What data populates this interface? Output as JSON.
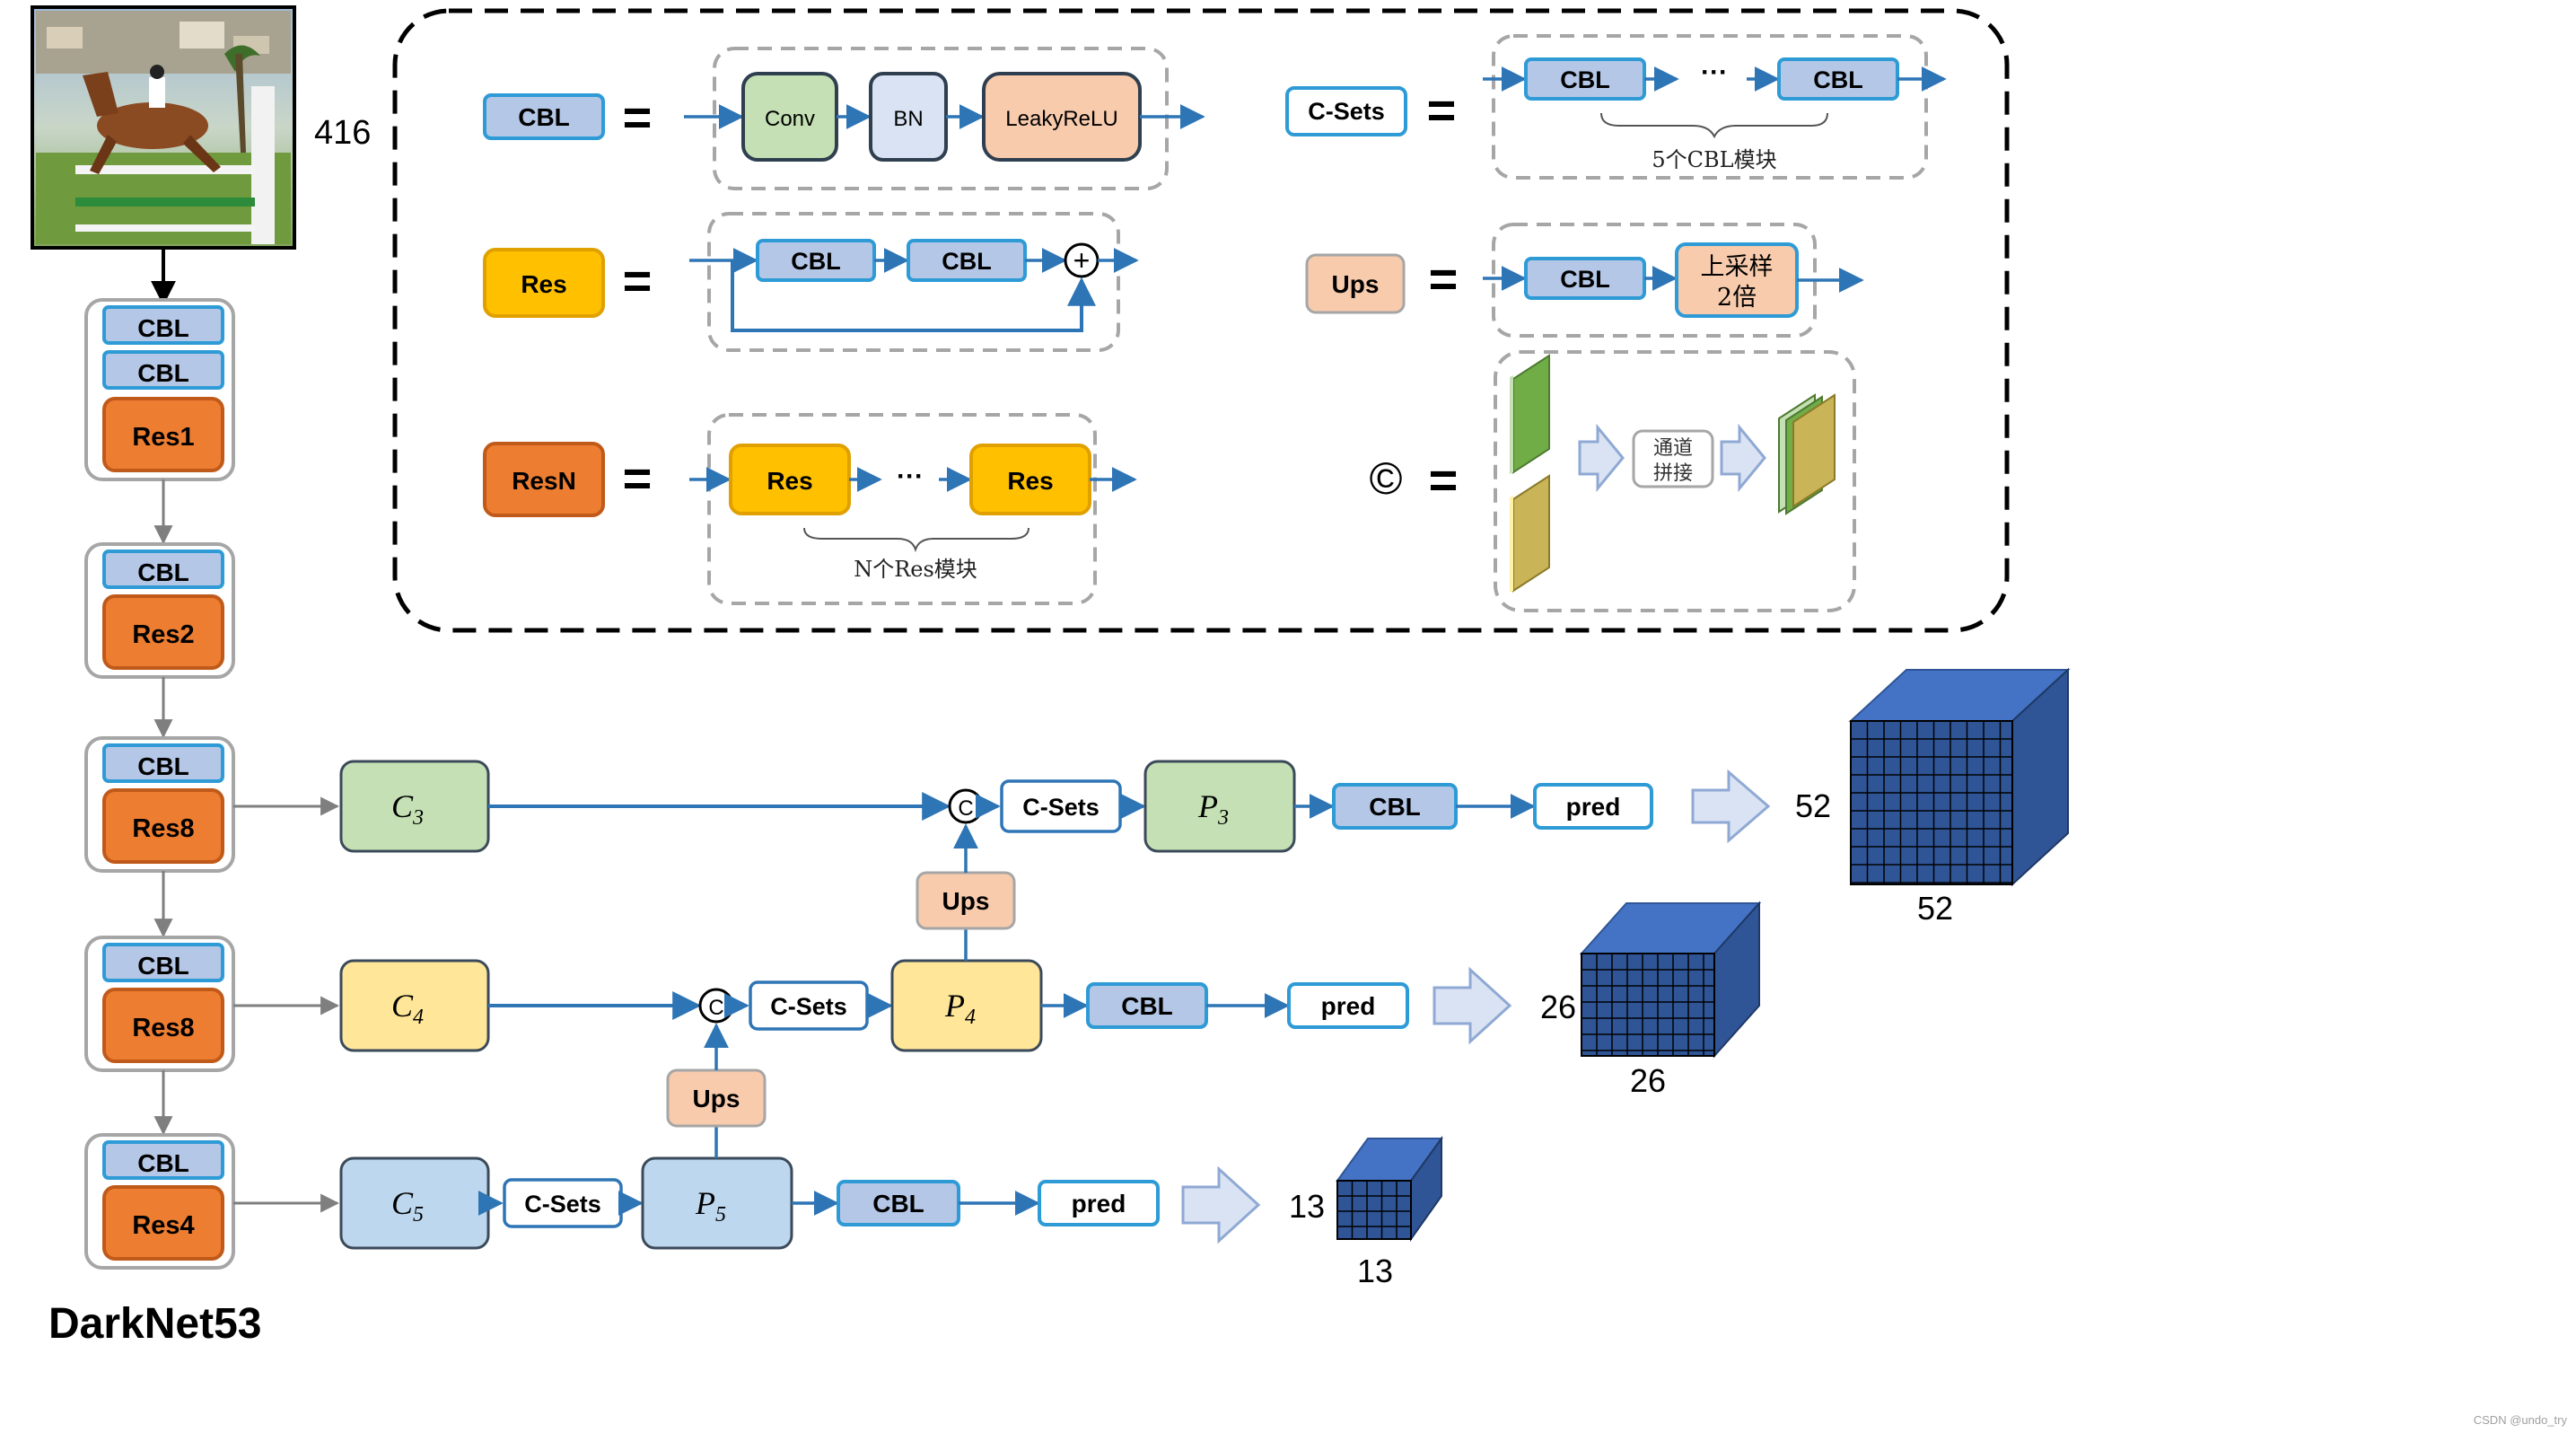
{
  "input": {
    "size_label": "416"
  },
  "backbone": {
    "title": "DarkNet53",
    "stage1": {
      "cbl_a": "CBL",
      "cbl_b": "CBL",
      "res": "Res1"
    },
    "stage2": {
      "cbl": "CBL",
      "res": "Res2"
    },
    "stage3": {
      "cbl": "CBL",
      "res": "Res8"
    },
    "stage4": {
      "cbl": "CBL",
      "res": "Res8"
    },
    "stage5": {
      "cbl": "CBL",
      "res": "Res4"
    }
  },
  "legend": {
    "cbl_def": {
      "name": "CBL",
      "conv": "Conv",
      "bn": "BN",
      "act": "LeakyReLU"
    },
    "res_def": {
      "name": "Res",
      "cbl1": "CBL",
      "cbl2": "CBL",
      "add_symbol": "+"
    },
    "resn_def": {
      "name": "ResN",
      "res1": "Res",
      "dots": "···",
      "res2": "Res",
      "caption": "N个Res模块"
    },
    "csets_def": {
      "name": "C-Sets",
      "cbl1": "CBL",
      "dots": "···",
      "cbl2": "CBL",
      "caption": "5个CBL模块"
    },
    "ups_def": {
      "name": "Ups",
      "cbl": "CBL",
      "up_line1": "上采样",
      "up_line2": "2倍"
    },
    "concat_def": {
      "symbol": "©",
      "label_line1": "通道",
      "label_line2": "拼接"
    },
    "equals": "="
  },
  "head": {
    "top": {
      "c_base": "C",
      "c_sub": "3",
      "concat": "C",
      "csets": "C-Sets",
      "p_base": "P",
      "p_sub": "3",
      "cbl": "CBL",
      "pred": "pred",
      "grid_w": "52",
      "grid_h": "52"
    },
    "mid": {
      "c_base": "C",
      "c_sub": "4",
      "concat": "C",
      "csets": "C-Sets",
      "p_base": "P",
      "p_sub": "4",
      "cbl": "CBL",
      "pred": "pred",
      "ups_to_top": "Ups",
      "grid_w": "26",
      "grid_h": "26"
    },
    "bot": {
      "c_base": "C",
      "c_sub": "5",
      "csets": "C-Sets",
      "p_base": "P",
      "p_sub": "5",
      "cbl": "CBL",
      "pred": "pred",
      "ups_to_mid": "Ups",
      "grid_w": "13",
      "grid_h": "13"
    }
  },
  "watermark": "CSDN @undo_try",
  "colors": {
    "cbl_fill": "#b4c7e7",
    "cbl_stroke": "#2e9bd6",
    "res_fill": "#ffc000",
    "res_stroke": "#e0a000",
    "resn_fill": "#ed7d31",
    "resn_stroke": "#c05a1a",
    "ups_fill": "#f8cbad",
    "green": "#c5e0b4",
    "yellow": "#ffe699",
    "lightblue": "#bdd7ee",
    "arrow": "#2e75b6",
    "cube": "#2f5597"
  }
}
